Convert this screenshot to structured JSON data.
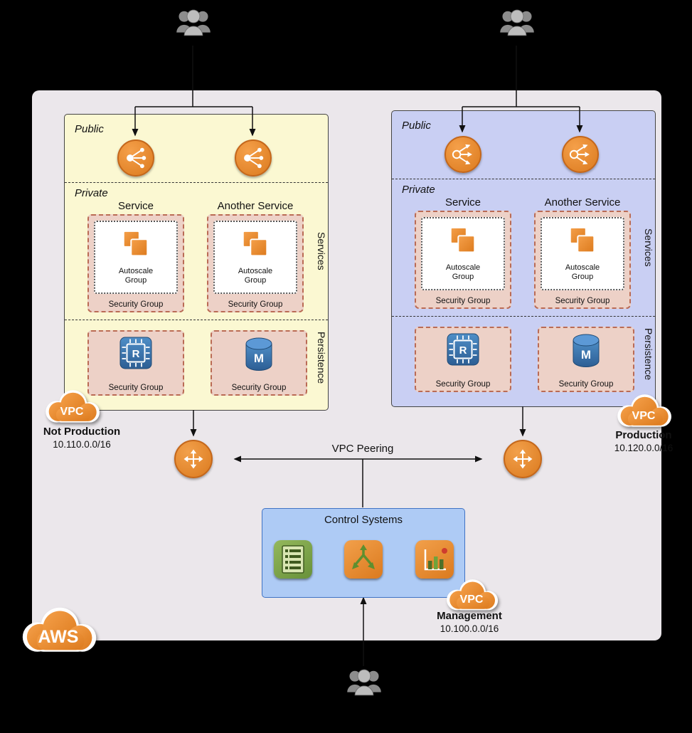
{
  "diagram": {
    "peering_label": "VPC Peering",
    "aws_label": "AWS"
  },
  "vpc_left": {
    "public_label": "Public",
    "private_label": "Private",
    "service1_title": "Service",
    "service2_title": "Another Service",
    "autoscale_label": "Autoscale Group",
    "security_group_label": "Security Group",
    "services_label": "Services",
    "persistence_label": "Persistence",
    "cache_letter": "R",
    "db_letter": "M",
    "cloud_label": "VPC",
    "name": "Not Production",
    "cidr": "10.110.0.0/16"
  },
  "vpc_right": {
    "public_label": "Public",
    "private_label": "Private",
    "service1_title": "Service",
    "service2_title": "Another Service",
    "autoscale_label": "Autoscale Group",
    "security_group_label": "Security Group",
    "services_label": "Services",
    "persistence_label": "Persistence",
    "cache_letter": "R",
    "db_letter": "M",
    "cloud_label": "VPC",
    "name": "Production",
    "cidr": "10.120.0.0/16"
  },
  "control": {
    "title": "Control Systems"
  },
  "management": {
    "cloud_label": "VPC",
    "name": "Management",
    "cidr": "10.100.0.0/16"
  },
  "colors": {
    "aws_orange": "#E8862D",
    "vpc_left_bg": "#FBF8D2",
    "vpc_right_bg": "#C9CFF3",
    "security_group_bg": "#EDD1C7",
    "control_bg": "#AECBF5",
    "db_blue": "#3876B4"
  }
}
